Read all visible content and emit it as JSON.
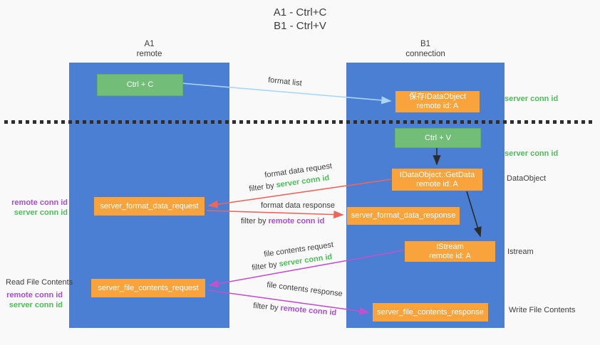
{
  "title": {
    "line1": "A1 - Ctrl+C",
    "line2": "B1 - Ctrl+V"
  },
  "lanes": {
    "left": {
      "id": "A1",
      "role": "remote"
    },
    "right": {
      "id": "B1",
      "role": "connection"
    }
  },
  "nodes": {
    "ctrl_c": {
      "label": "Ctrl + C"
    },
    "ctrl_v": {
      "label": "Ctrl + V"
    },
    "save_dataobject": {
      "line1": "保存IDataObject",
      "line2": "remote id: A"
    },
    "getdata": {
      "line1": "IDataObject::GetData",
      "line2": "remote id: A"
    },
    "istream": {
      "line1": "IStream",
      "line2": "remote id: A"
    },
    "format_request": {
      "label": "server_format_data_request"
    },
    "format_response": {
      "label": "server_format_data_response"
    },
    "file_request": {
      "label": "server_file_contents_request"
    },
    "file_response": {
      "label": "server_file_contents_response"
    }
  },
  "arrow_labels": {
    "format_list": "format list",
    "format_data_request": "format data request",
    "format_data_response": "format data response",
    "file_contents_request": "file contents request",
    "file_contents_response": "file contents response",
    "filter_by": "filter by",
    "server_conn_id": "server conn id",
    "remote_conn_id": "remote conn id"
  },
  "annotations": {
    "server_conn_id_top": "server conn id",
    "server_conn_id_mid": "server conn id",
    "dataobject": "DataObject",
    "istream": "Istream",
    "write_file_contents": "Write File Contents",
    "read_file_contents": "Read File Contents",
    "remote_conn_id": "remote conn id",
    "server_conn_id": "server conn id"
  },
  "colors": {
    "lane_blue": "#4a7fd4",
    "box_orange": "#f8a33b",
    "box_green": "#72be79",
    "arrow_blue": "#a9d6f5",
    "arrow_red": "#ec665e",
    "arrow_magenta": "#c053cc",
    "arrow_black": "#2b2b2b",
    "text_green": "#4dbd58",
    "text_purple": "#a64ed2"
  }
}
